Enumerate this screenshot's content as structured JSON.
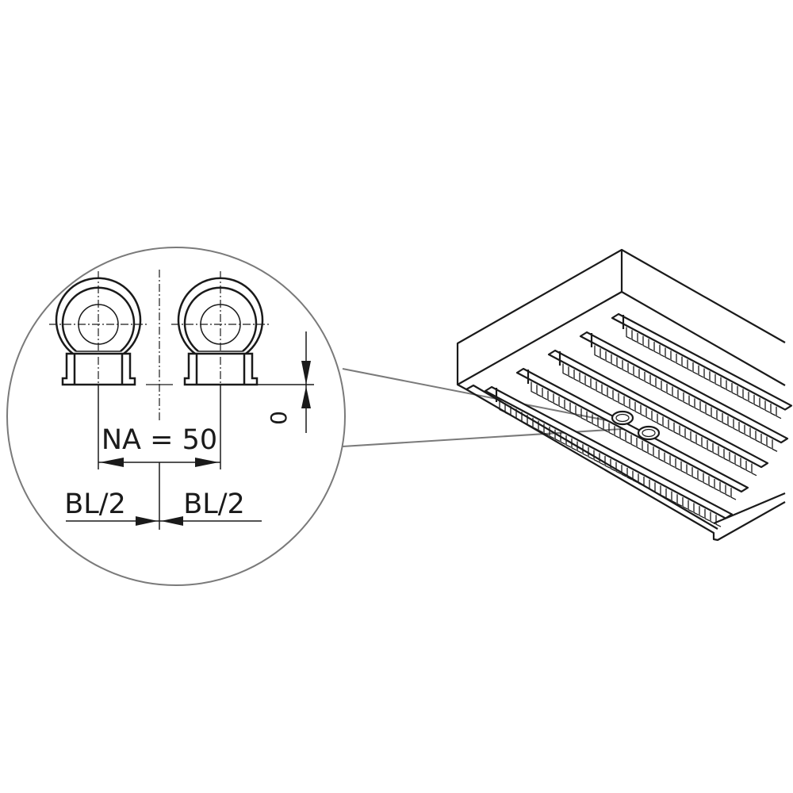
{
  "detail": {
    "spacing_label": "NA = 50",
    "left_half_label": "BL/2",
    "right_half_label": "BL/2",
    "height_label": "0"
  },
  "colors": {
    "line": "#1a1a1a",
    "callout": "#7a7a7a"
  }
}
